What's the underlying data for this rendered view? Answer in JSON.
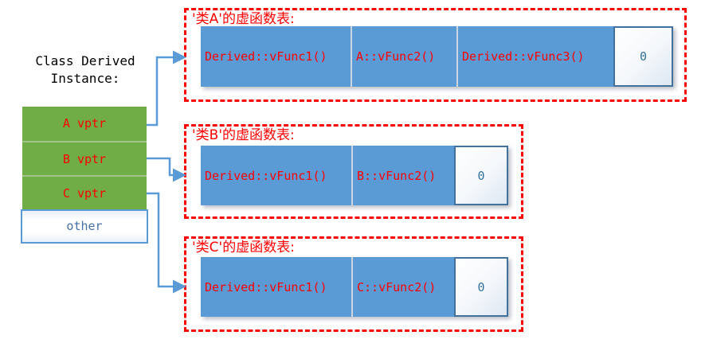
{
  "instance": {
    "title_line1": "Class Derived",
    "title_line2": "Instance:",
    "cells": [
      {
        "label": "A vptr"
      },
      {
        "label": "B vptr"
      },
      {
        "label": "C vptr"
      },
      {
        "label": "other"
      }
    ]
  },
  "vtables": [
    {
      "title": "'类A'的虚函数表:",
      "cells": [
        "Derived::vFunc1()",
        "A::vFunc2()",
        "Derived::vFunc3()"
      ],
      "null_terminator": "0"
    },
    {
      "title": "'类B'的虚函数表:",
      "cells": [
        "Derived::vFunc1()",
        "B::vFunc2()"
      ],
      "null_terminator": "0"
    },
    {
      "title": "'类C'的虚函数表:",
      "cells": [
        "Derived::vFunc1()",
        "C::vFunc2()"
      ],
      "null_terminator": "0"
    }
  ],
  "arrows": [
    {
      "from": "A vptr",
      "to": "'类A'的虚函数表"
    },
    {
      "from": "B vptr",
      "to": "'类B'的虚函数表"
    },
    {
      "from": "C vptr",
      "to": "'类C'的虚函数表"
    }
  ],
  "colors": {
    "green": "#70AD47",
    "blue_cell": "#5B9BD5",
    "red_text": "#FF0000",
    "dashed_border": "#FF0000",
    "arrow": "#5B9BD5",
    "zero_border": "#41719C",
    "zero_text": "#31719C",
    "other_text": "#4472A8",
    "instance_text": "#000000"
  }
}
